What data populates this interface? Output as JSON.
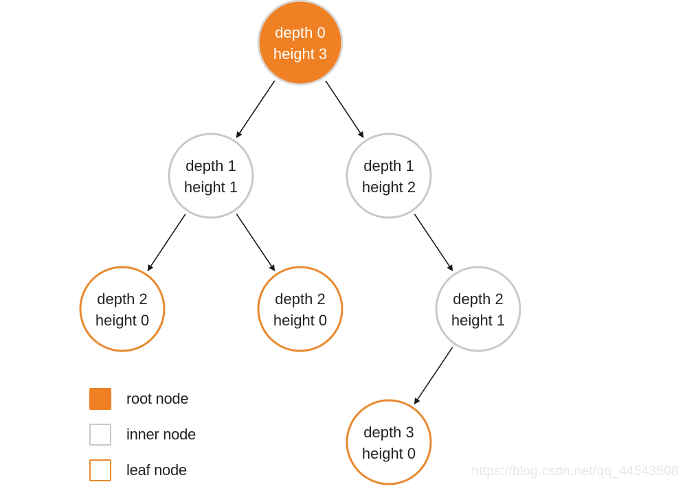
{
  "colors": {
    "root_fill": "#f08024",
    "root_text": "#ffffff",
    "inner_stroke": "#c9c9c9",
    "leaf_stroke": "#e8892f",
    "node_text": "#222222",
    "edge": "#1a1a1a"
  },
  "nodes": [
    {
      "id": "n0",
      "type": "root",
      "depth_label": "depth 0",
      "height_label": "height 3"
    },
    {
      "id": "n1",
      "type": "inner",
      "depth_label": "depth 1",
      "height_label": "height 1"
    },
    {
      "id": "n2",
      "type": "inner",
      "depth_label": "depth 1",
      "height_label": "height 2"
    },
    {
      "id": "n3",
      "type": "leaf",
      "depth_label": "depth 2",
      "height_label": "height 0"
    },
    {
      "id": "n4",
      "type": "leaf",
      "depth_label": "depth 2",
      "height_label": "height 0"
    },
    {
      "id": "n5",
      "type": "inner",
      "depth_label": "depth 2",
      "height_label": "height 1"
    },
    {
      "id": "n6",
      "type": "leaf",
      "depth_label": "depth 3",
      "height_label": "height 0"
    }
  ],
  "edges": [
    {
      "from": "n0",
      "to": "n1"
    },
    {
      "from": "n0",
      "to": "n2"
    },
    {
      "from": "n1",
      "to": "n3"
    },
    {
      "from": "n1",
      "to": "n4"
    },
    {
      "from": "n2",
      "to": "n5"
    },
    {
      "from": "n5",
      "to": "n6"
    }
  ],
  "legend": [
    {
      "type": "root",
      "label": "root node"
    },
    {
      "type": "inner",
      "label": "inner node"
    },
    {
      "type": "leaf",
      "label": "leaf node"
    }
  ],
  "watermark": "https://blog.csdn.net/qq_44543508"
}
